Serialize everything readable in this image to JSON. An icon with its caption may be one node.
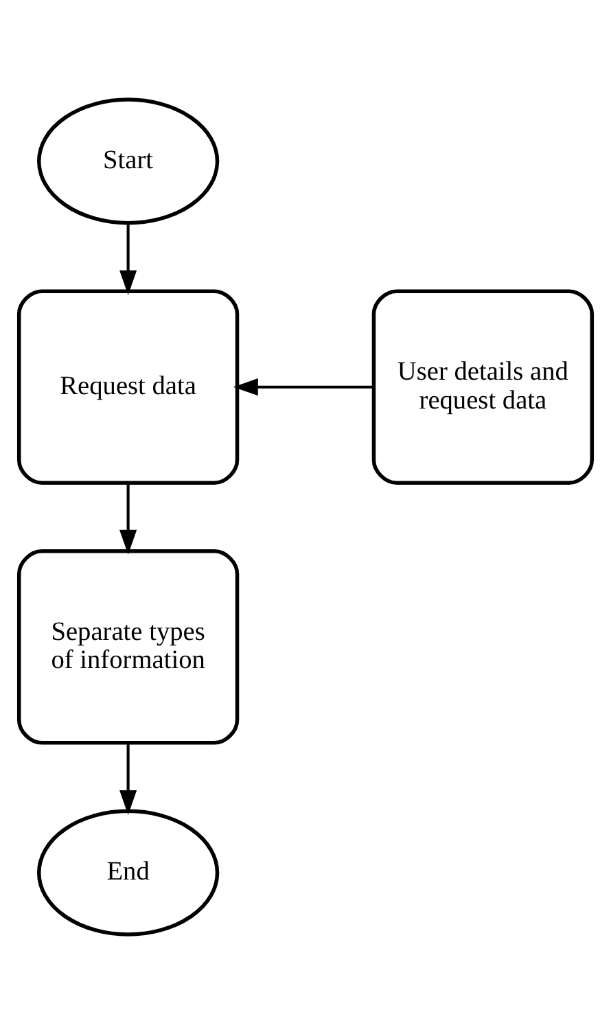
{
  "diagram": {
    "nodes": [
      {
        "text": [
          "Start"
        ]
      },
      {
        "text": [
          "Request data"
        ]
      },
      {
        "text": [
          "User details and request data"
        ]
      },
      {
        "text": [
          "Separate types of information"
        ]
      },
      {
        "text": [
          "End"
        ]
      }
    ],
    "edges": [
      {
        "from": 0,
        "to": 1,
        "arrow": "to"
      },
      {
        "from": 2,
        "to": 1,
        "arrow": "to"
      },
      {
        "from": 1,
        "to": 3,
        "arrow": "to"
      },
      {
        "from": 3,
        "to": 4,
        "arrow": "to"
      }
    ]
  }
}
